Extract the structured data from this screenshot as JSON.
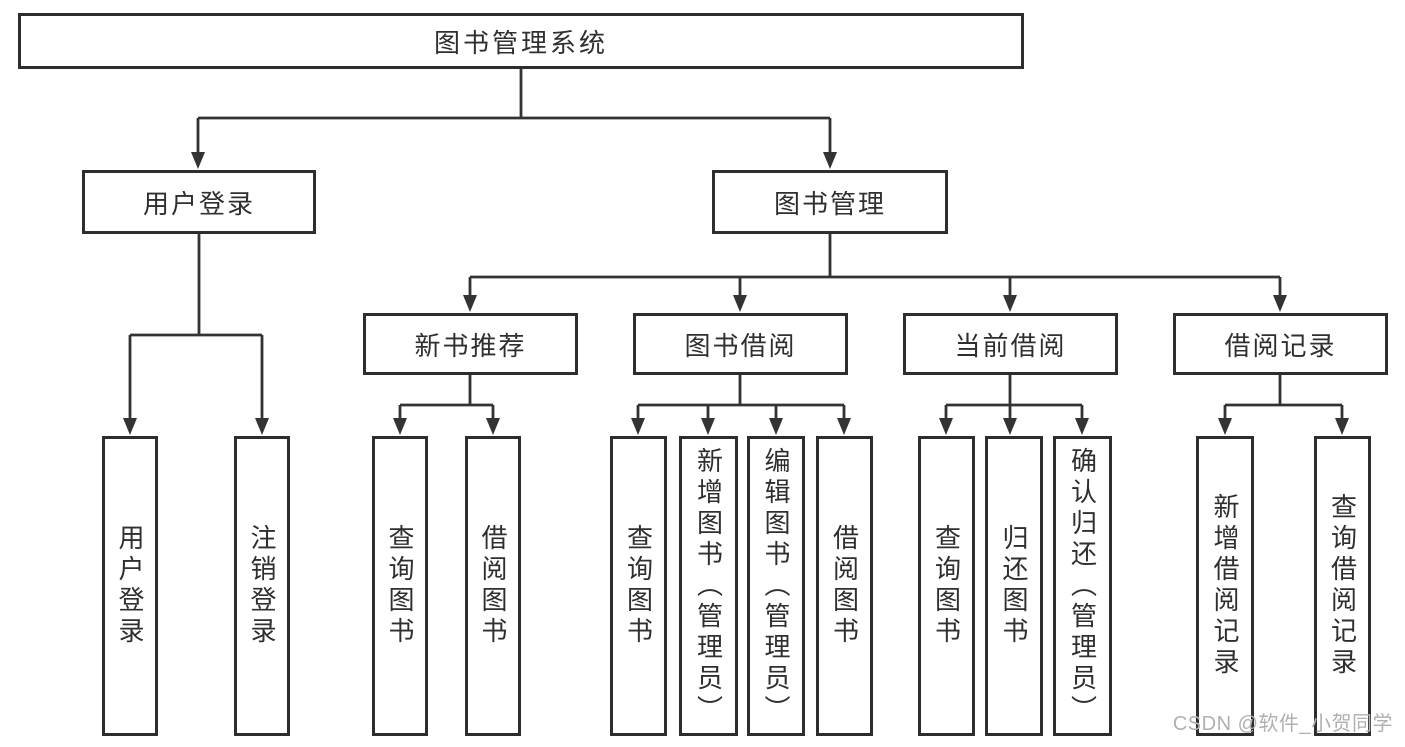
{
  "tree": {
    "root": {
      "label": "图书管理系统"
    },
    "branches": [
      {
        "label": "用户登录",
        "children": [
          {
            "label": "用户登录"
          },
          {
            "label": "注销登录"
          }
        ]
      },
      {
        "label": "图书管理",
        "children": [
          {
            "label": "新书推荐",
            "children": [
              {
                "label": "查询图书"
              },
              {
                "label": "借阅图书"
              }
            ]
          },
          {
            "label": "图书借阅",
            "children": [
              {
                "label": "查询图书"
              },
              {
                "label": "新增图书（管理员）"
              },
              {
                "label": "编辑图书（管理员）"
              },
              {
                "label": "借阅图书"
              }
            ]
          },
          {
            "label": "当前借阅",
            "children": [
              {
                "label": "查询图书"
              },
              {
                "label": "归还图书"
              },
              {
                "label": "确认归还（管理员）"
              }
            ]
          },
          {
            "label": "借阅记录",
            "children": [
              {
                "label": "新增借阅记录"
              },
              {
                "label": "查询借阅记录"
              }
            ]
          }
        ]
      }
    ]
  },
  "watermark": {
    "text": "CSDN @软件_小贺同学"
  },
  "colors": {
    "background": "#ffffff",
    "line": "#333333",
    "box_border": "#2d2d2d",
    "text": "#2f2f2f",
    "watermark": "#b0b0b0"
  }
}
